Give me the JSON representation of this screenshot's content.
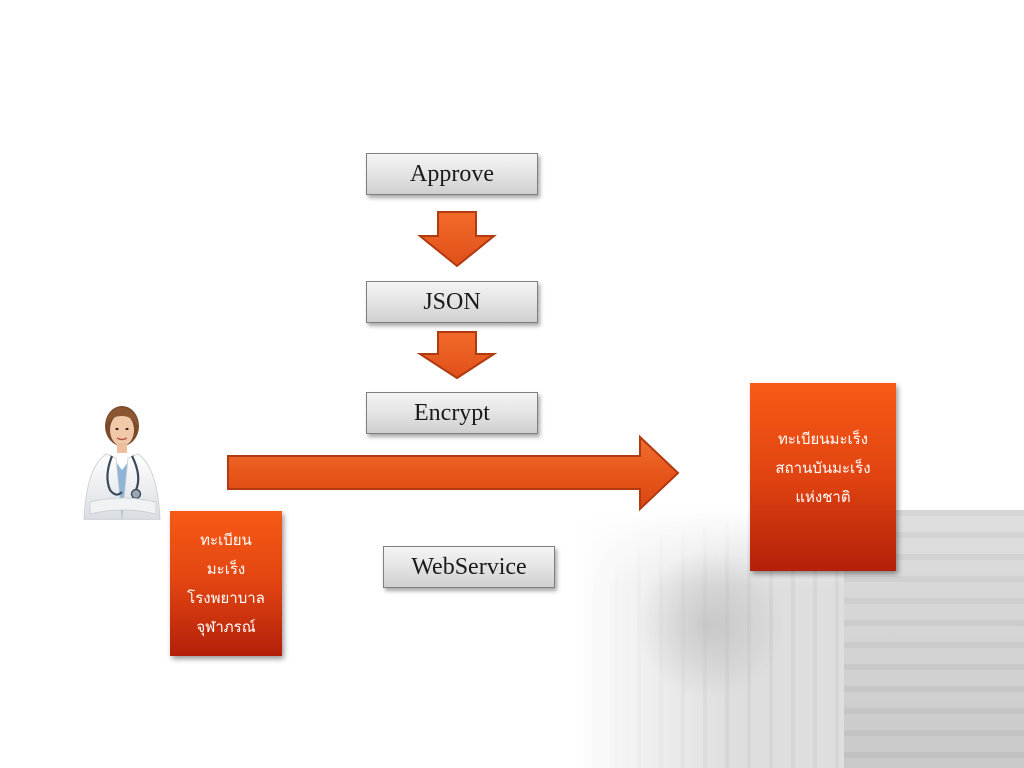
{
  "steps": {
    "approve": "Approve",
    "json": "JSON",
    "encrypt": "Encrypt",
    "webservice": "WebService"
  },
  "source_box": {
    "lines": [
      "ทะเบียน",
      "มะเร็ง",
      "โรงพยาบาล",
      "จุฬาภรณ์"
    ]
  },
  "target_box": {
    "lines": [
      "ทะเบียนมะเร็ง",
      "สถานบันมะเร็ง",
      "แห่งชาติ"
    ]
  },
  "icons": {
    "doctor": "doctor-avatar-icon",
    "down_arrow": "down-arrow-icon",
    "right_arrow": "right-arrow-icon"
  },
  "colors": {
    "accent_orange": "#e8551a",
    "arrow_border": "#b13a10",
    "step_box_gray": "#e6e6e6"
  }
}
